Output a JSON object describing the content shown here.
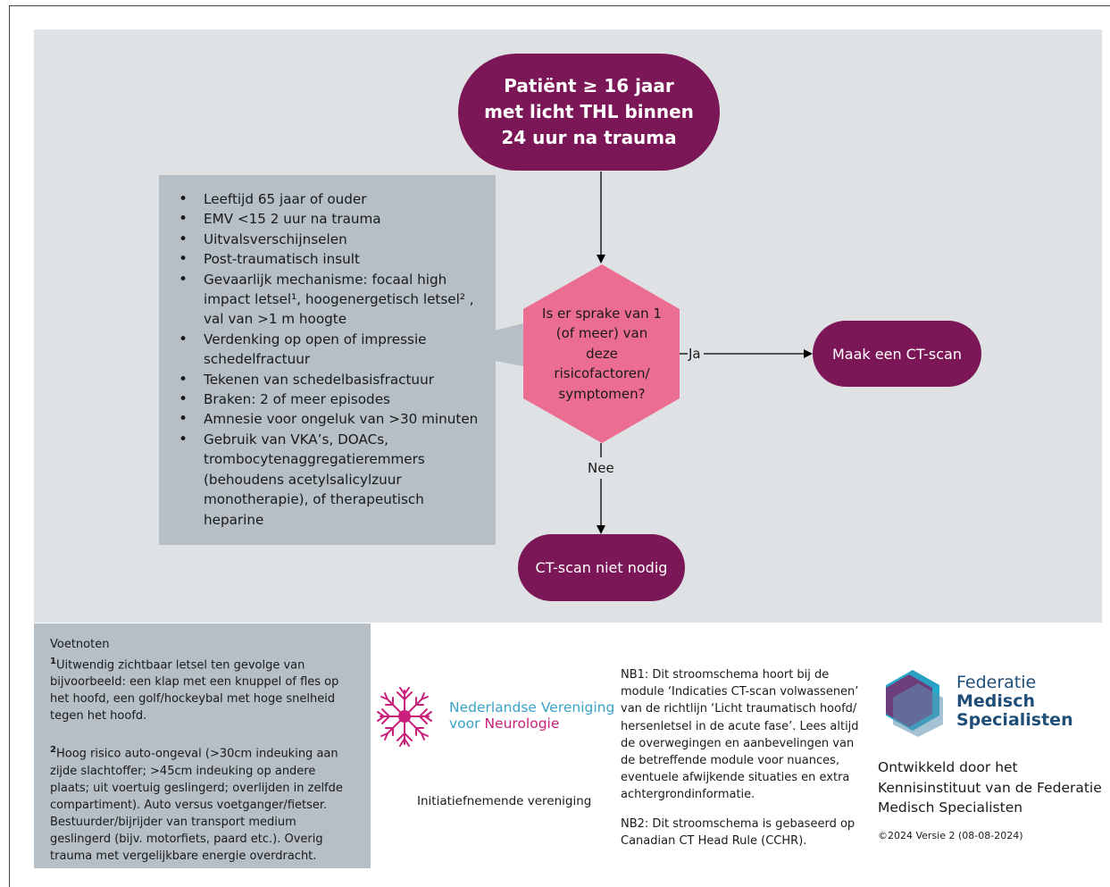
{
  "start": {
    "label": "Patiënt ≥ 16 jaar met licht THL binnen 24 uur na trauma"
  },
  "risk_factors": [
    "Leeftijd 65 jaar of ouder",
    "EMV <15 2 uur na trauma",
    "Uitvalsverschijnselen",
    "Post-traumatisch insult",
    "Gevaarlijk mechanisme: focaal high impact letsel¹, hoogenergetisch letsel² , val van >1 m hoogte",
    "Verdenking op open of impressie schedelfractuur",
    "Tekenen van schedelbasisfractuur",
    "Braken: 2 of meer episodes",
    "Amnesie voor ongeluk van >30 minuten",
    "Gebruik van VKA’s, DOACs, trombocytenaggregatieremmers (behoudens acetylsalicylzuur monotherapie), of therapeutisch heparine"
  ],
  "decision": {
    "label": "Is er sprake van 1 (of meer) van deze risicofactoren/ symptomen?"
  },
  "edges": {
    "yes": "Ja",
    "no": "Nee"
  },
  "yes_outcome": {
    "label": "Maak een CT-scan"
  },
  "no_outcome": {
    "label": "CT-scan niet nodig"
  },
  "footnotes": {
    "title": "Voetnoten",
    "note1_num": "1",
    "note1": "Uitwendig zichtbaar letsel ten gevolge van bijvoorbeeld: een klap met een knuppel of fles op het hoofd, een golf/hockeybal met hoge snelheid tegen het hoofd.",
    "note2_num": "2",
    "note2": "Hoog risico auto-ongeval (>30cm indeuking aan zijde slachtoffer; >45cm indeuking op andere plaats; uit voertuig geslingerd; overlijden in zelfde compartiment). Auto versus voetganger/fietser. Bestuurder/bijrijder van transport medium geslingerd (bijv. motorfiets, paard etc.). Overig trauma met vergelijkbare energie overdracht."
  },
  "nvn": {
    "name_line1": "Nederlandse Vereniging",
    "name_line2_a": "voor ",
    "name_line2_b": "Neurologie",
    "caption": "Initiatiefnemende vereniging"
  },
  "nb1": "NB1: Dit stroomschema hoort bij de module ‘Indicaties CT-scan volwassenen’ van de richtlijn ‘Licht traumatisch hoofd/ hersenletsel in de acute fase’. Lees altijd de overwegingen en aanbevelingen van de betreffende module voor nuances, eventuele afwijkende situaties en extra achtergrondinformatie.",
  "nb2": "NB2: Dit stroomschema is gebaseerd op Canadian CT Head Rule (CCHR).",
  "fms": {
    "line1": "Federatie",
    "line2": "Medisch",
    "line3": "Specialisten"
  },
  "developed_by": "Ontwikkeld door het Kennisinstituut van de Federatie Medisch Specialisten",
  "copyright": "©2024 Versie 2 (08-08-2024)",
  "colors": {
    "purple": "#7b1757",
    "pink": "#ec6d92",
    "panel": "#dfe2e4",
    "box": "#b6bfc5"
  }
}
